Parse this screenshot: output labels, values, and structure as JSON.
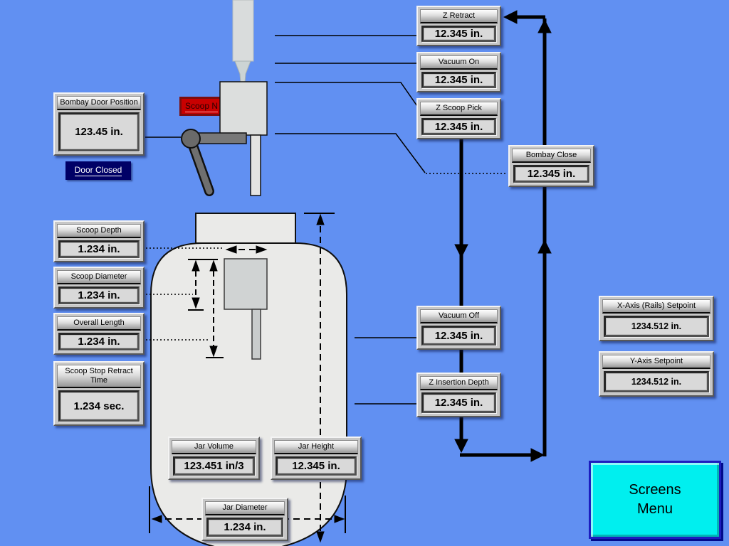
{
  "app": {
    "background_color": "#6190f2"
  },
  "readouts": {
    "z_retract": {
      "label": "Z Retract",
      "value": "12.345 in."
    },
    "vacuum_on": {
      "label": "Vacuum On",
      "value": "12.345 in."
    },
    "z_scoop_pick": {
      "label": "Z Scoop Pick",
      "value": "12.345 in."
    },
    "bombay_close": {
      "label": "Bombay Close",
      "value": "12.345 in."
    },
    "bombay_door_position": {
      "label": "Bombay Door Position",
      "value": "123.45 in."
    },
    "scoop_depth": {
      "label": "Scoop Depth",
      "value": "1.234 in."
    },
    "scoop_diameter": {
      "label": "Scoop Diameter",
      "value": "1.234 in."
    },
    "overall_length": {
      "label": "Overall Length",
      "value": "1.234 in."
    },
    "scoop_stop_retract_time": {
      "label": "Scoop Stop Retract Time",
      "value": "1.234 sec."
    },
    "vacuum_off": {
      "label": "Vacuum Off",
      "value": "12.345 in."
    },
    "z_insertion_depth": {
      "label": "Z Insertion Depth",
      "value": "12.345 in."
    },
    "jar_volume": {
      "label": "Jar Volume",
      "value": "123.451 in/3"
    },
    "jar_height": {
      "label": "Jar Height",
      "value": "12.345 in."
    },
    "jar_diameter": {
      "label": "Jar Diameter",
      "value": "1.234 in."
    },
    "x_axis_setpoint": {
      "label": "X-Axis (Rails) Setpoint",
      "value": "1234.512 in."
    },
    "y_axis_setpoint": {
      "label": "Y-Axis Setpoint",
      "value": "1234.512 in."
    }
  },
  "indicators": {
    "door_status": {
      "label": "Door Closed",
      "bg_color": "#000066",
      "text_color": "#ffffff"
    },
    "scoop_alarm": {
      "label": "Scoop N",
      "bg_color": "#c80000"
    }
  },
  "buttons": {
    "screens_menu": {
      "line1": "Screens",
      "line2": "Menu",
      "bg_color": "#00efef"
    }
  }
}
